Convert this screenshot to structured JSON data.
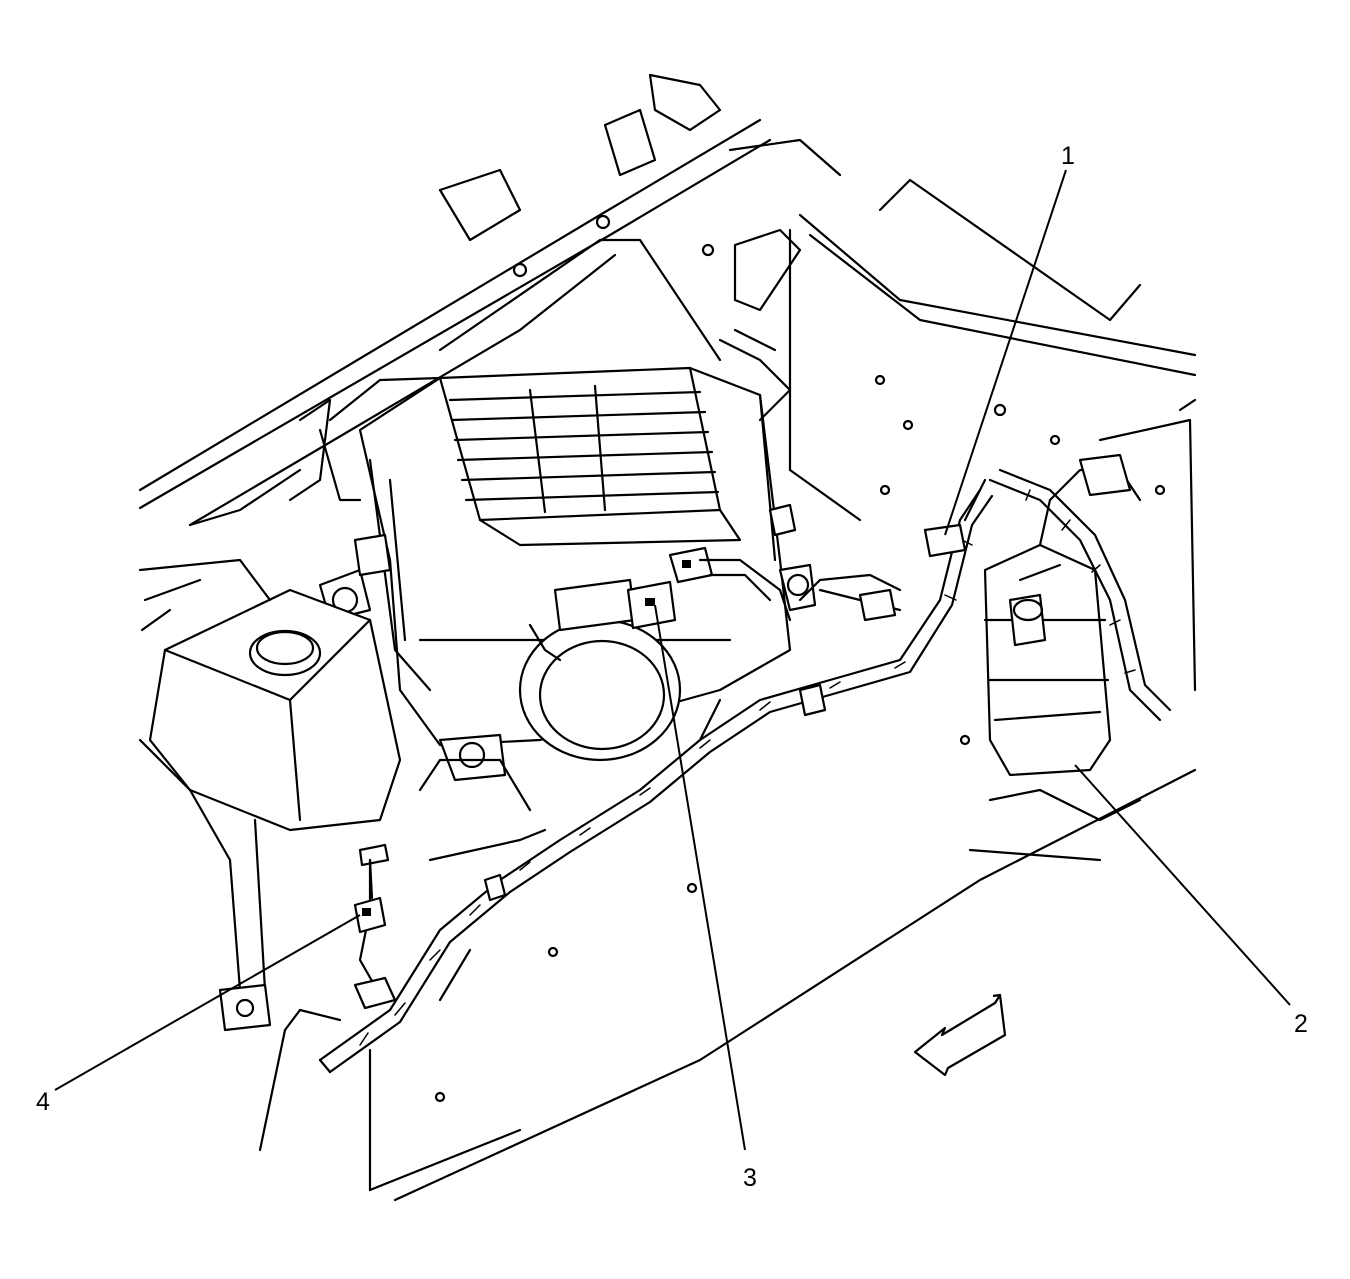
{
  "callouts": [
    {
      "id": "1",
      "label": "1"
    },
    {
      "id": "2",
      "label": "2"
    },
    {
      "id": "3",
      "label": "3"
    },
    {
      "id": "4",
      "label": "4"
    }
  ],
  "icons": {
    "direction_arrow": "forward-direction-arrow-icon"
  },
  "colors": {
    "line": "#000000",
    "background": "#ffffff"
  }
}
